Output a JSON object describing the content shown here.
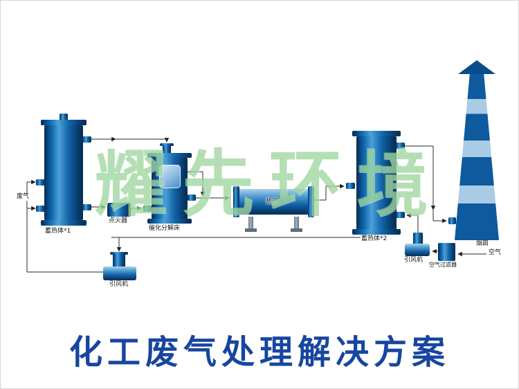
{
  "watermark": {
    "text": "耀先环境",
    "color": "#86cc86"
  },
  "title": {
    "text": "化工废气处理解决方案",
    "color": "#1746a0"
  },
  "labels": {
    "waste_gas": "废气",
    "regenerator_1": "蓄热体*1",
    "igniter": "点火器",
    "catalytic_bed": "催化分解床",
    "heat_source": "热源",
    "regenerator_2": "蓄热体*2",
    "chimney": "烟囱",
    "fan_left": "引风机",
    "fan_right": "引风机",
    "air_filter": "空气过滤器",
    "air": "空气"
  },
  "colors": {
    "equipment_blue_dark": "#052c52",
    "equipment_blue": "#1266aa",
    "equipment_blue_light": "#4da0d8",
    "chimney_stripe_light": "#a9cbe6",
    "chimney_stripe_dark": "#0d5a9e",
    "pipe_line": "#2a2a2a"
  }
}
